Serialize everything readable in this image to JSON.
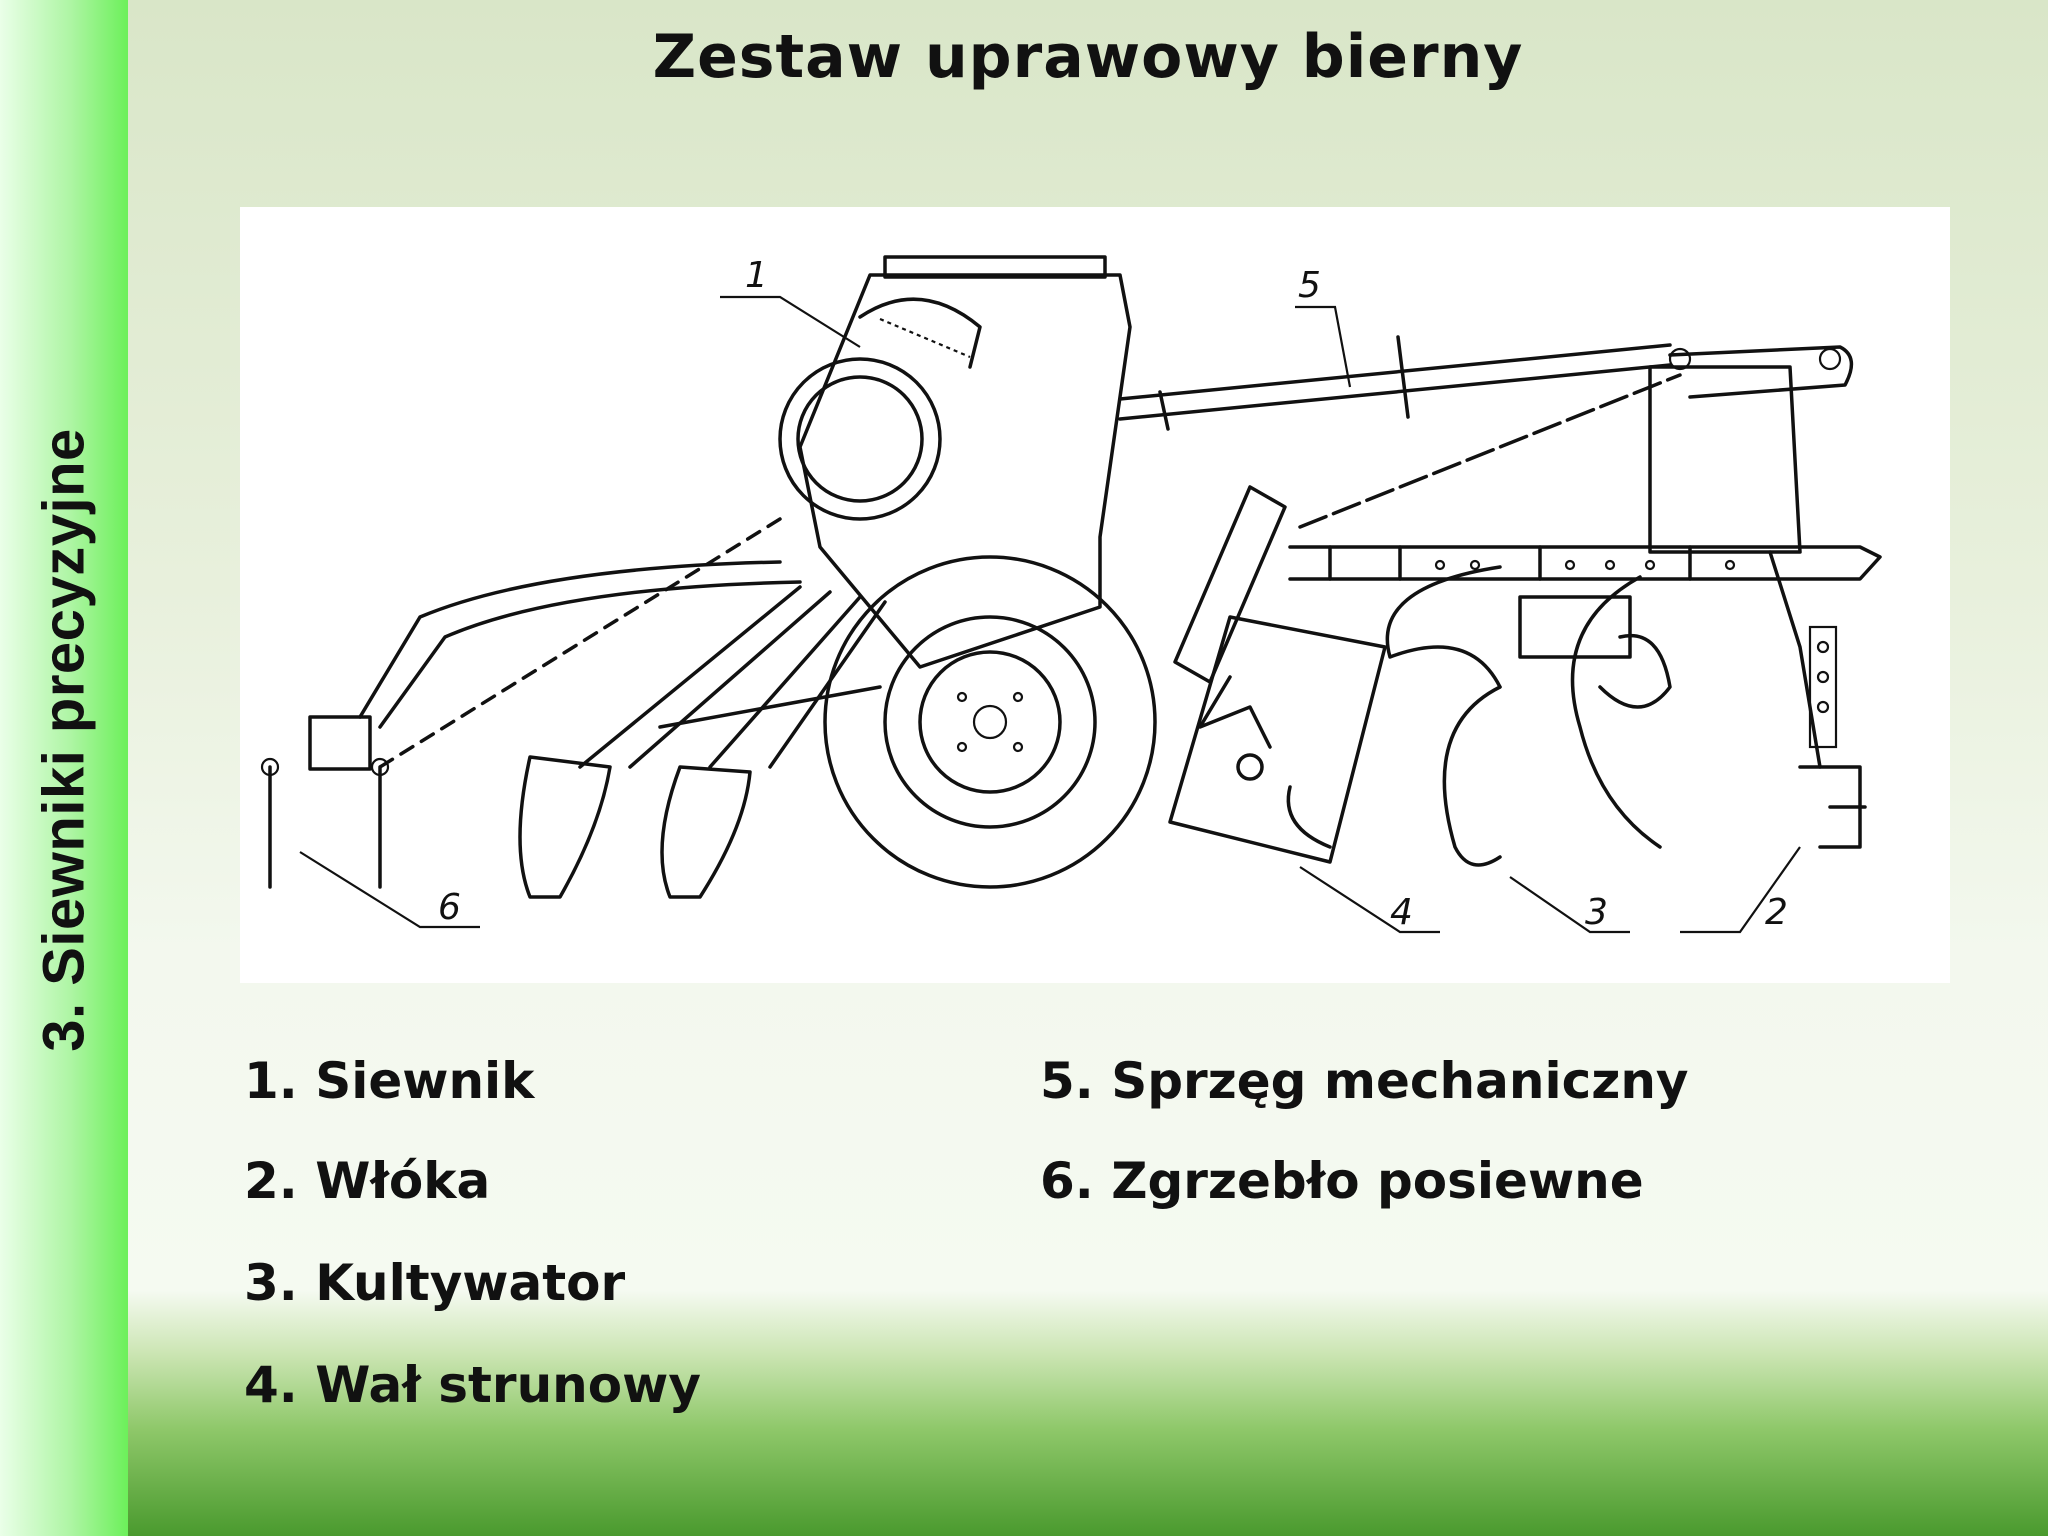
{
  "slide": {
    "title": "Zestaw uprawowy bierny",
    "sidebar_title": "3. Siewniki precyzyjne"
  },
  "diagram": {
    "callouts": [
      "1",
      "2",
      "3",
      "4",
      "5",
      "6"
    ]
  },
  "legend": {
    "items": [
      "1. Siewnik",
      "2. Włóka",
      "3. Kultywator",
      "4. Wał strunowy",
      "5. Sprzęg mechaniczny",
      "6. Zgrzebło posiewne"
    ]
  }
}
